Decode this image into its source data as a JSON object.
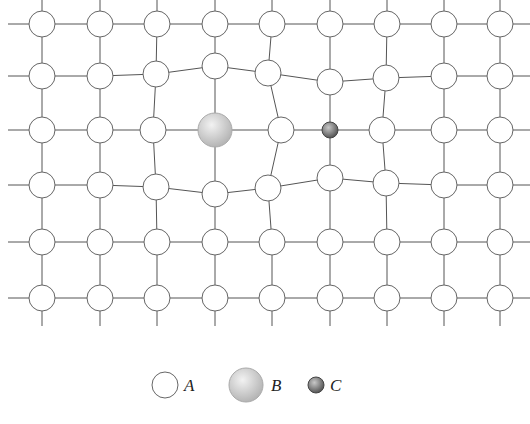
{
  "diagram": {
    "legend": [
      {
        "text": "A"
      },
      {
        "text": "B"
      },
      {
        "text": "C"
      }
    ]
  }
}
